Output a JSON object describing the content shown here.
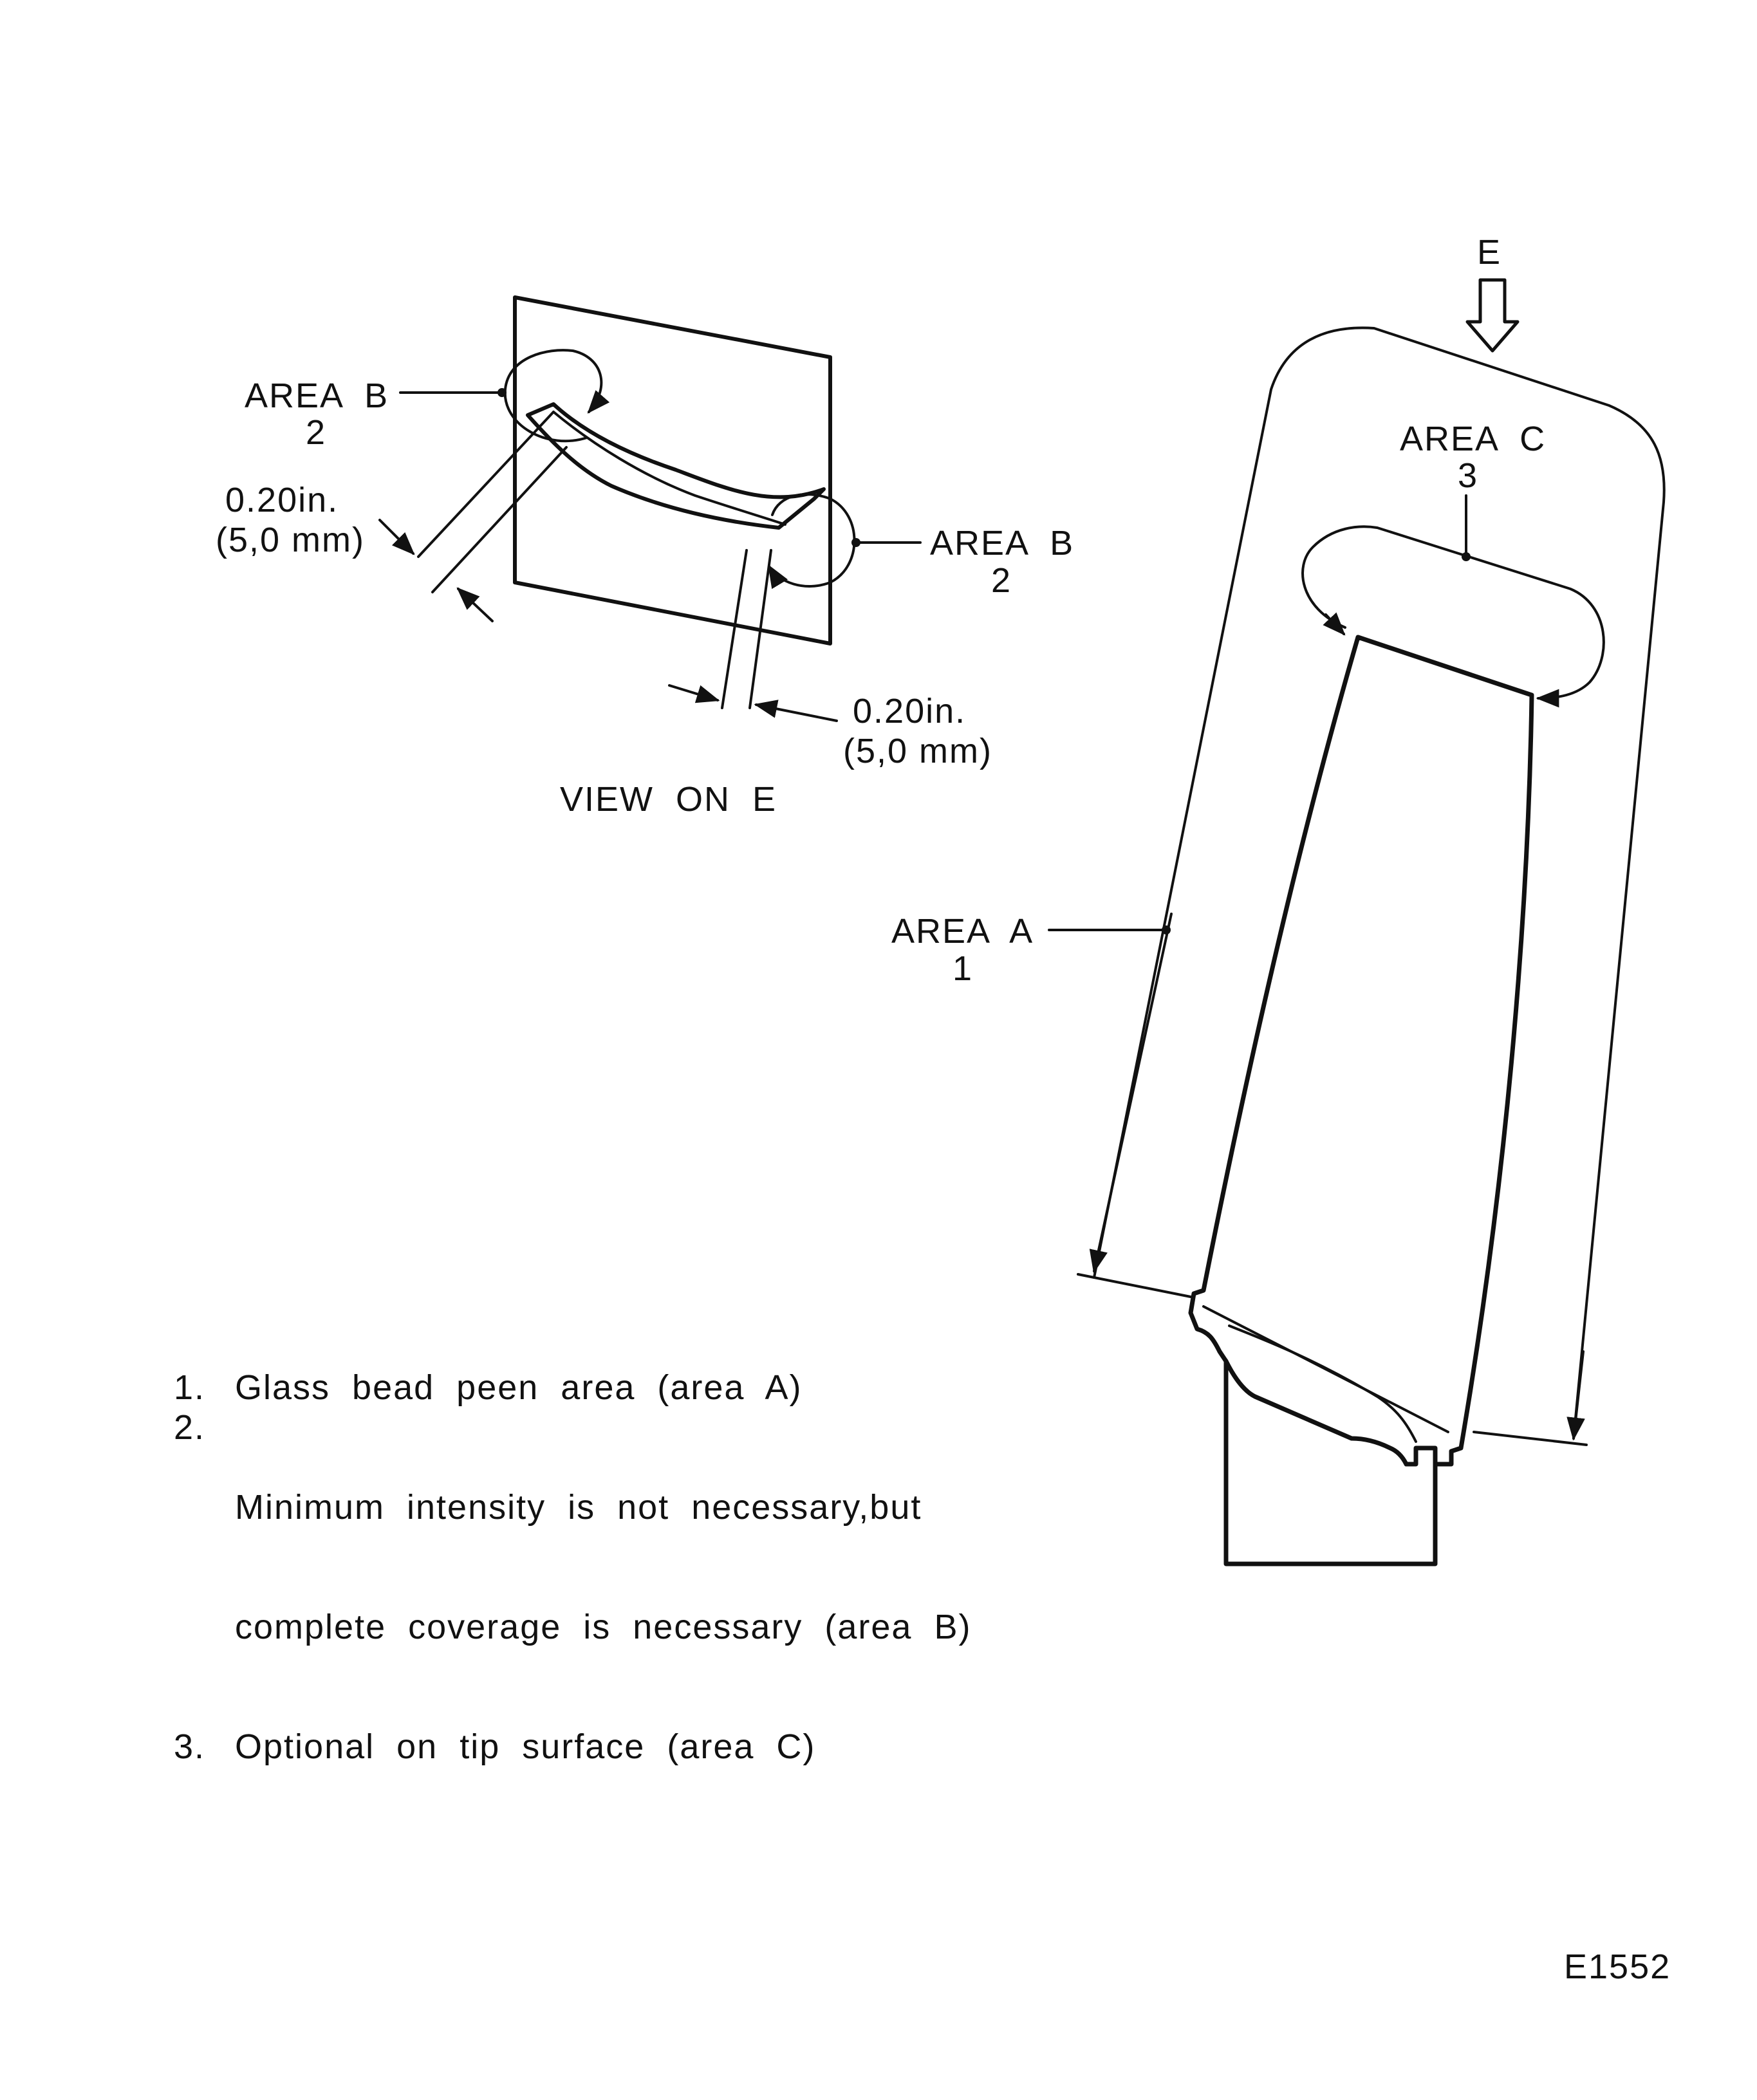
{
  "view_label": "VIEW  ON  E",
  "view_arrow_letter": "E",
  "areas": {
    "b_left": {
      "name": "AREA  B",
      "num": "2"
    },
    "b_right": {
      "name": "AREA  B",
      "num": "2"
    },
    "a": {
      "name": "AREA  A",
      "num": "1"
    },
    "c": {
      "name": "AREA  C",
      "num": "3"
    }
  },
  "dims": {
    "left": {
      "in": "0.20in.",
      "mm": "(5,0 mm)"
    },
    "right": {
      "in": "0.20in.",
      "mm": "(5,0 mm)"
    }
  },
  "notes": [
    {
      "num": "1.",
      "lines": [
        "Glass  bead  peen  area  (area  A)"
      ]
    },
    {
      "num": "2.",
      "lines": [
        "Minimum  intensity  is  not  necessary,but",
        "complete  coverage  is  necessary  (area  B)"
      ]
    },
    {
      "num": "3.",
      "lines": [
        "Optional  on  tip  surface  (area  C)"
      ]
    }
  ],
  "figure_id": "E1552",
  "colors": {
    "ink": "#111111",
    "paper": "#ffffff"
  }
}
